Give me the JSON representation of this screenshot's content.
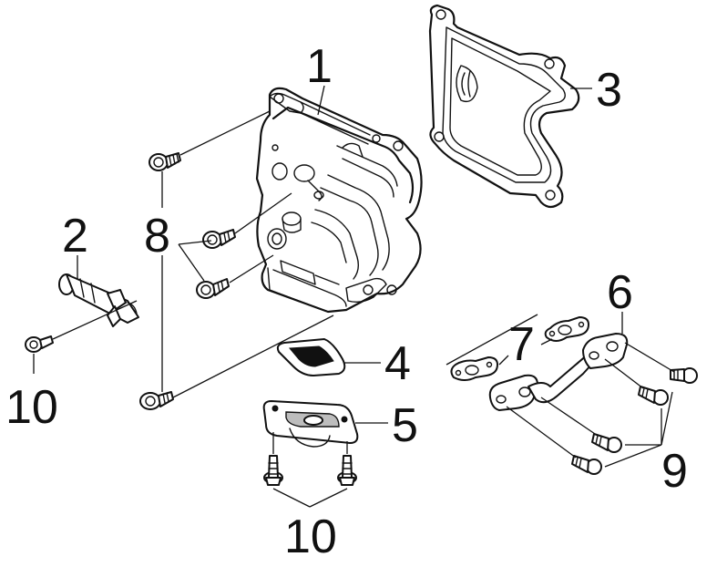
{
  "callouts": [
    {
      "id": "p1",
      "number": "1"
    },
    {
      "id": "p2",
      "number": "2"
    },
    {
      "id": "p3",
      "number": "3"
    },
    {
      "id": "p4",
      "number": "4"
    },
    {
      "id": "p5",
      "number": "5"
    },
    {
      "id": "p6",
      "number": "6"
    },
    {
      "id": "p7",
      "number": "7"
    },
    {
      "id": "p8",
      "number": "8"
    },
    {
      "id": "p9",
      "number": "9"
    },
    {
      "id": "p10a",
      "number": "10"
    },
    {
      "id": "p10b",
      "number": "10"
    }
  ],
  "colors": {
    "ink": "#111111",
    "background": "#ffffff",
    "shade": "#bdbdbd"
  }
}
